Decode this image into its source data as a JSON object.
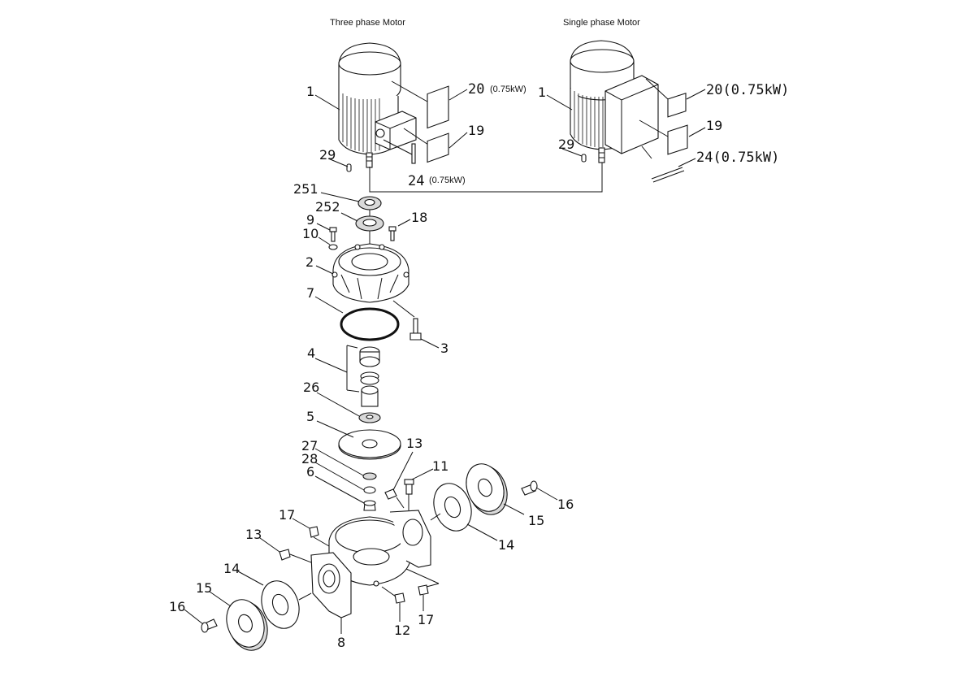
{
  "headings": {
    "three_phase": "Three phase Motor",
    "single_phase": "Single phase Motor"
  },
  "labels": {
    "l1a": "1",
    "l1b": "1",
    "l20a": "20",
    "l20a_note": "(0.75kW)",
    "l20b": "20(0.75kW)",
    "l19a": "19",
    "l19b": "19",
    "l24a": "24",
    "l24a_note": "(0.75kW)",
    "l24b": "24(0.75kW)",
    "l29a": "29",
    "l29b": "29",
    "l251": "251",
    "l252": "252",
    "l9": "9",
    "l10": "10",
    "l18": "18",
    "l2": "2",
    "l7": "7",
    "l3": "3",
    "l4": "4",
    "l26": "26",
    "l5": "5",
    "l27": "27",
    "l28": "28",
    "l6": "6",
    "l13a": "13",
    "l11": "11",
    "l16a": "16",
    "l15a": "15",
    "l14a": "14",
    "l17a": "17",
    "l13b": "13",
    "l14b": "14",
    "l15b": "15",
    "l16b": "16",
    "l8": "8",
    "l12": "12",
    "l17b": "17"
  }
}
